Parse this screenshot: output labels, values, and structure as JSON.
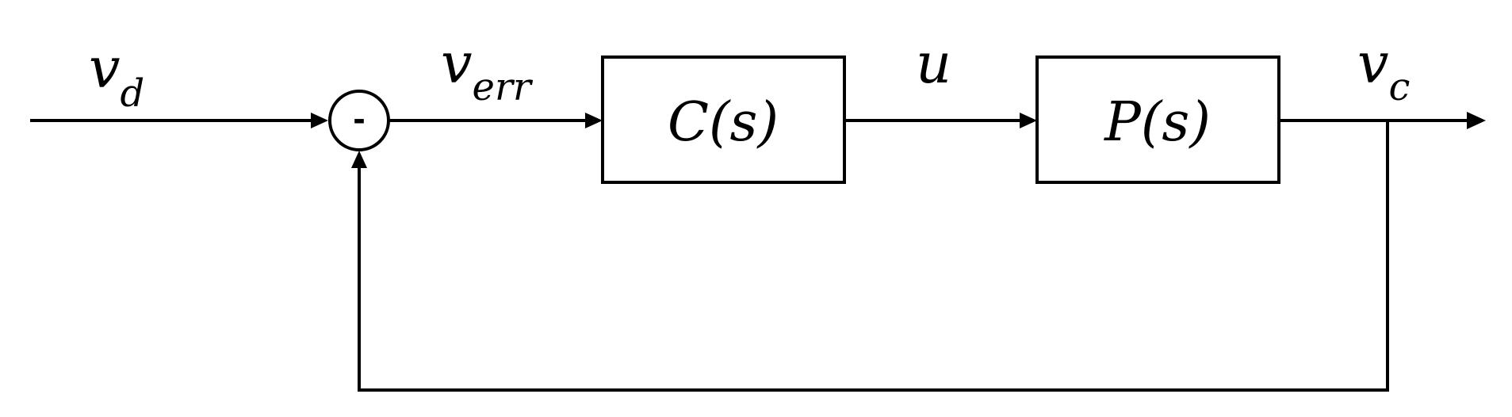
{
  "signals": {
    "reference": {
      "main": "v",
      "sub": "d"
    },
    "error": {
      "main": "v",
      "sub": "err"
    },
    "control": {
      "main": "u"
    },
    "output": {
      "main": "v",
      "sub": "c"
    }
  },
  "summing_junction": {
    "sign": "-"
  },
  "blocks": {
    "controller": {
      "label": "C(s)"
    },
    "plant": {
      "label": "P(s)"
    }
  }
}
